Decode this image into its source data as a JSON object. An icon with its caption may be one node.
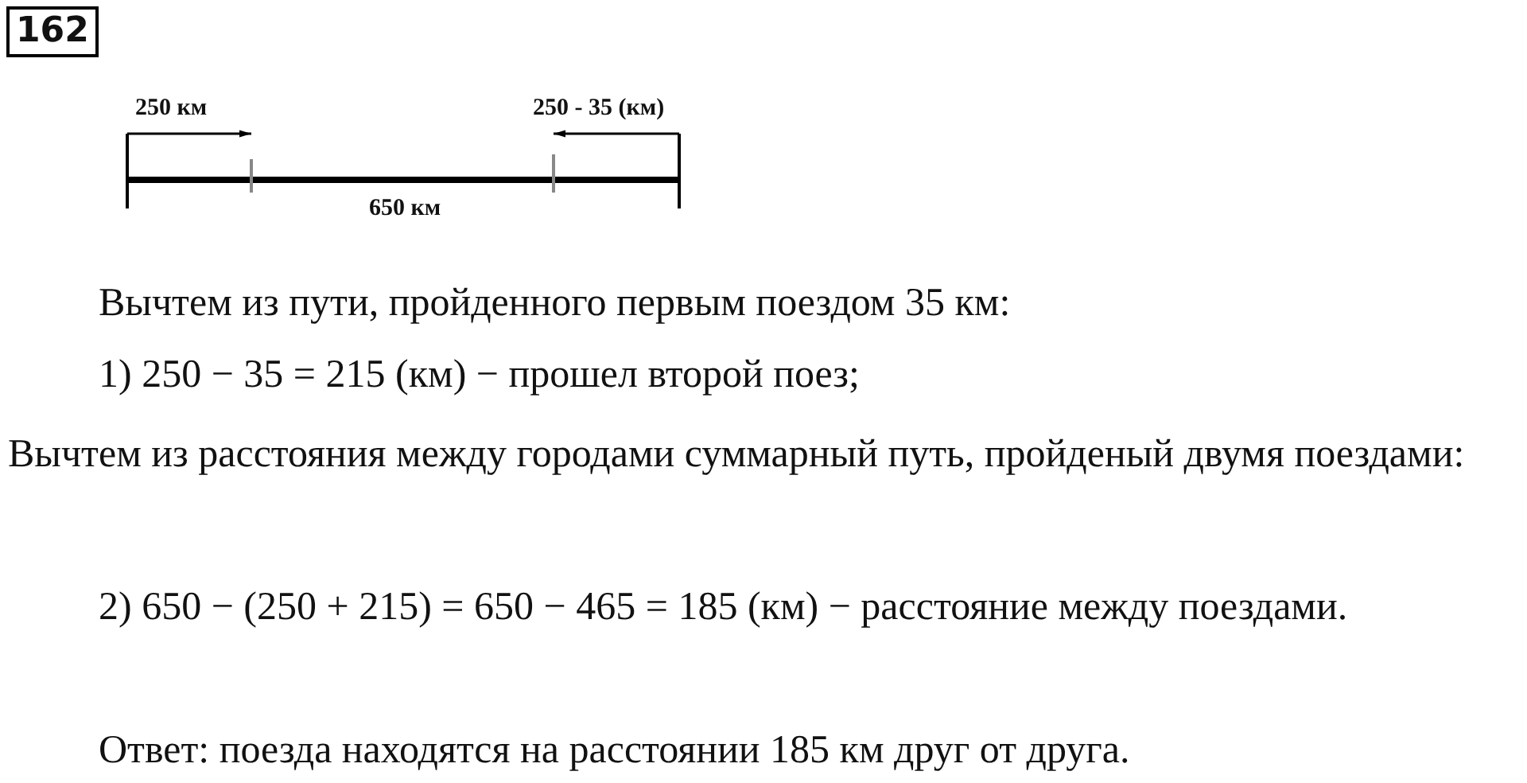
{
  "diagram": {
    "labels": [
      "162",
      "250 км",
      "250 - 35 (км)",
      "650 км",
      "Вычтем из пути, пройденного первым поездом 35 км:",
      "1) 250 − 35 = 215 (км) − прошел второй поез;",
      "Вычтем из расстояния между городами суммарный путь, пройденый двумя поездами:",
      "2) 650 − (250 + 215) = 650 − 465 = 185 (км) − расстояние между поездами.",
      "Ответ: поезда находятся на расстоянии 185 км друг от друга."
    ]
  }
}
